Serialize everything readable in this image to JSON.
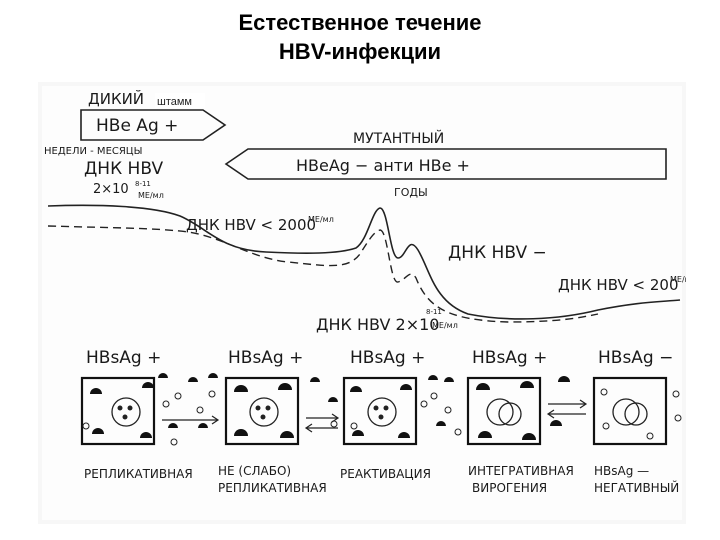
{
  "slide": {
    "title_line1": "Естественное течение",
    "title_line2": "HBV-инфекции"
  },
  "diagram": {
    "wild_label": "ДИКИЙ",
    "strain_label": "штамм",
    "wild_marker": "HBe Ag +",
    "weeks_months": "НЕДЕЛИ - МЕСЯЦЫ",
    "mutant_label": "МУТАНТНЫЙ",
    "mutant_marker": "HBeAg −  анти HBe +",
    "years_label": "ГОДЫ",
    "dna_initial": "ДНК HBV",
    "dna_initial_value": "2×10",
    "dna_initial_exp": "8-11",
    "dna_initial_unit": "МЕ/мл",
    "dna_low1": "ДНК HBV < 2000",
    "dna_low1_unit": "МЕ/мл",
    "dna_mid": "ДНК HBV −",
    "dna_low2": "ДНК HBV < 200",
    "dna_low2_unit": "МЕ/мл",
    "dna_peak": "ДНК HBV 2×10",
    "dna_peak_exp": "8-11",
    "dna_peak_unit": "МЕ/мл",
    "phases": [
      {
        "marker": "HBsAg +",
        "label_line1": "РЕПЛИКАТИВНАЯ",
        "label_line2": ""
      },
      {
        "marker": "HBsAg +",
        "label_line1": "НЕ (СЛАБО)",
        "label_line2": "РЕПЛИКАТИВНАЯ"
      },
      {
        "marker": "HBsAg +",
        "label_line1": "РЕАКТИВАЦИЯ",
        "label_line2": ""
      },
      {
        "marker": "HBsAg +",
        "label_line1": "ИНТЕГРАТИВНАЯ",
        "label_line2": "ВИРОГЕНИЯ"
      },
      {
        "marker": "HBsAg −",
        "label_line1": "HBsAg —",
        "label_line2": "НЕГАТИВНЫЙ"
      }
    ]
  }
}
